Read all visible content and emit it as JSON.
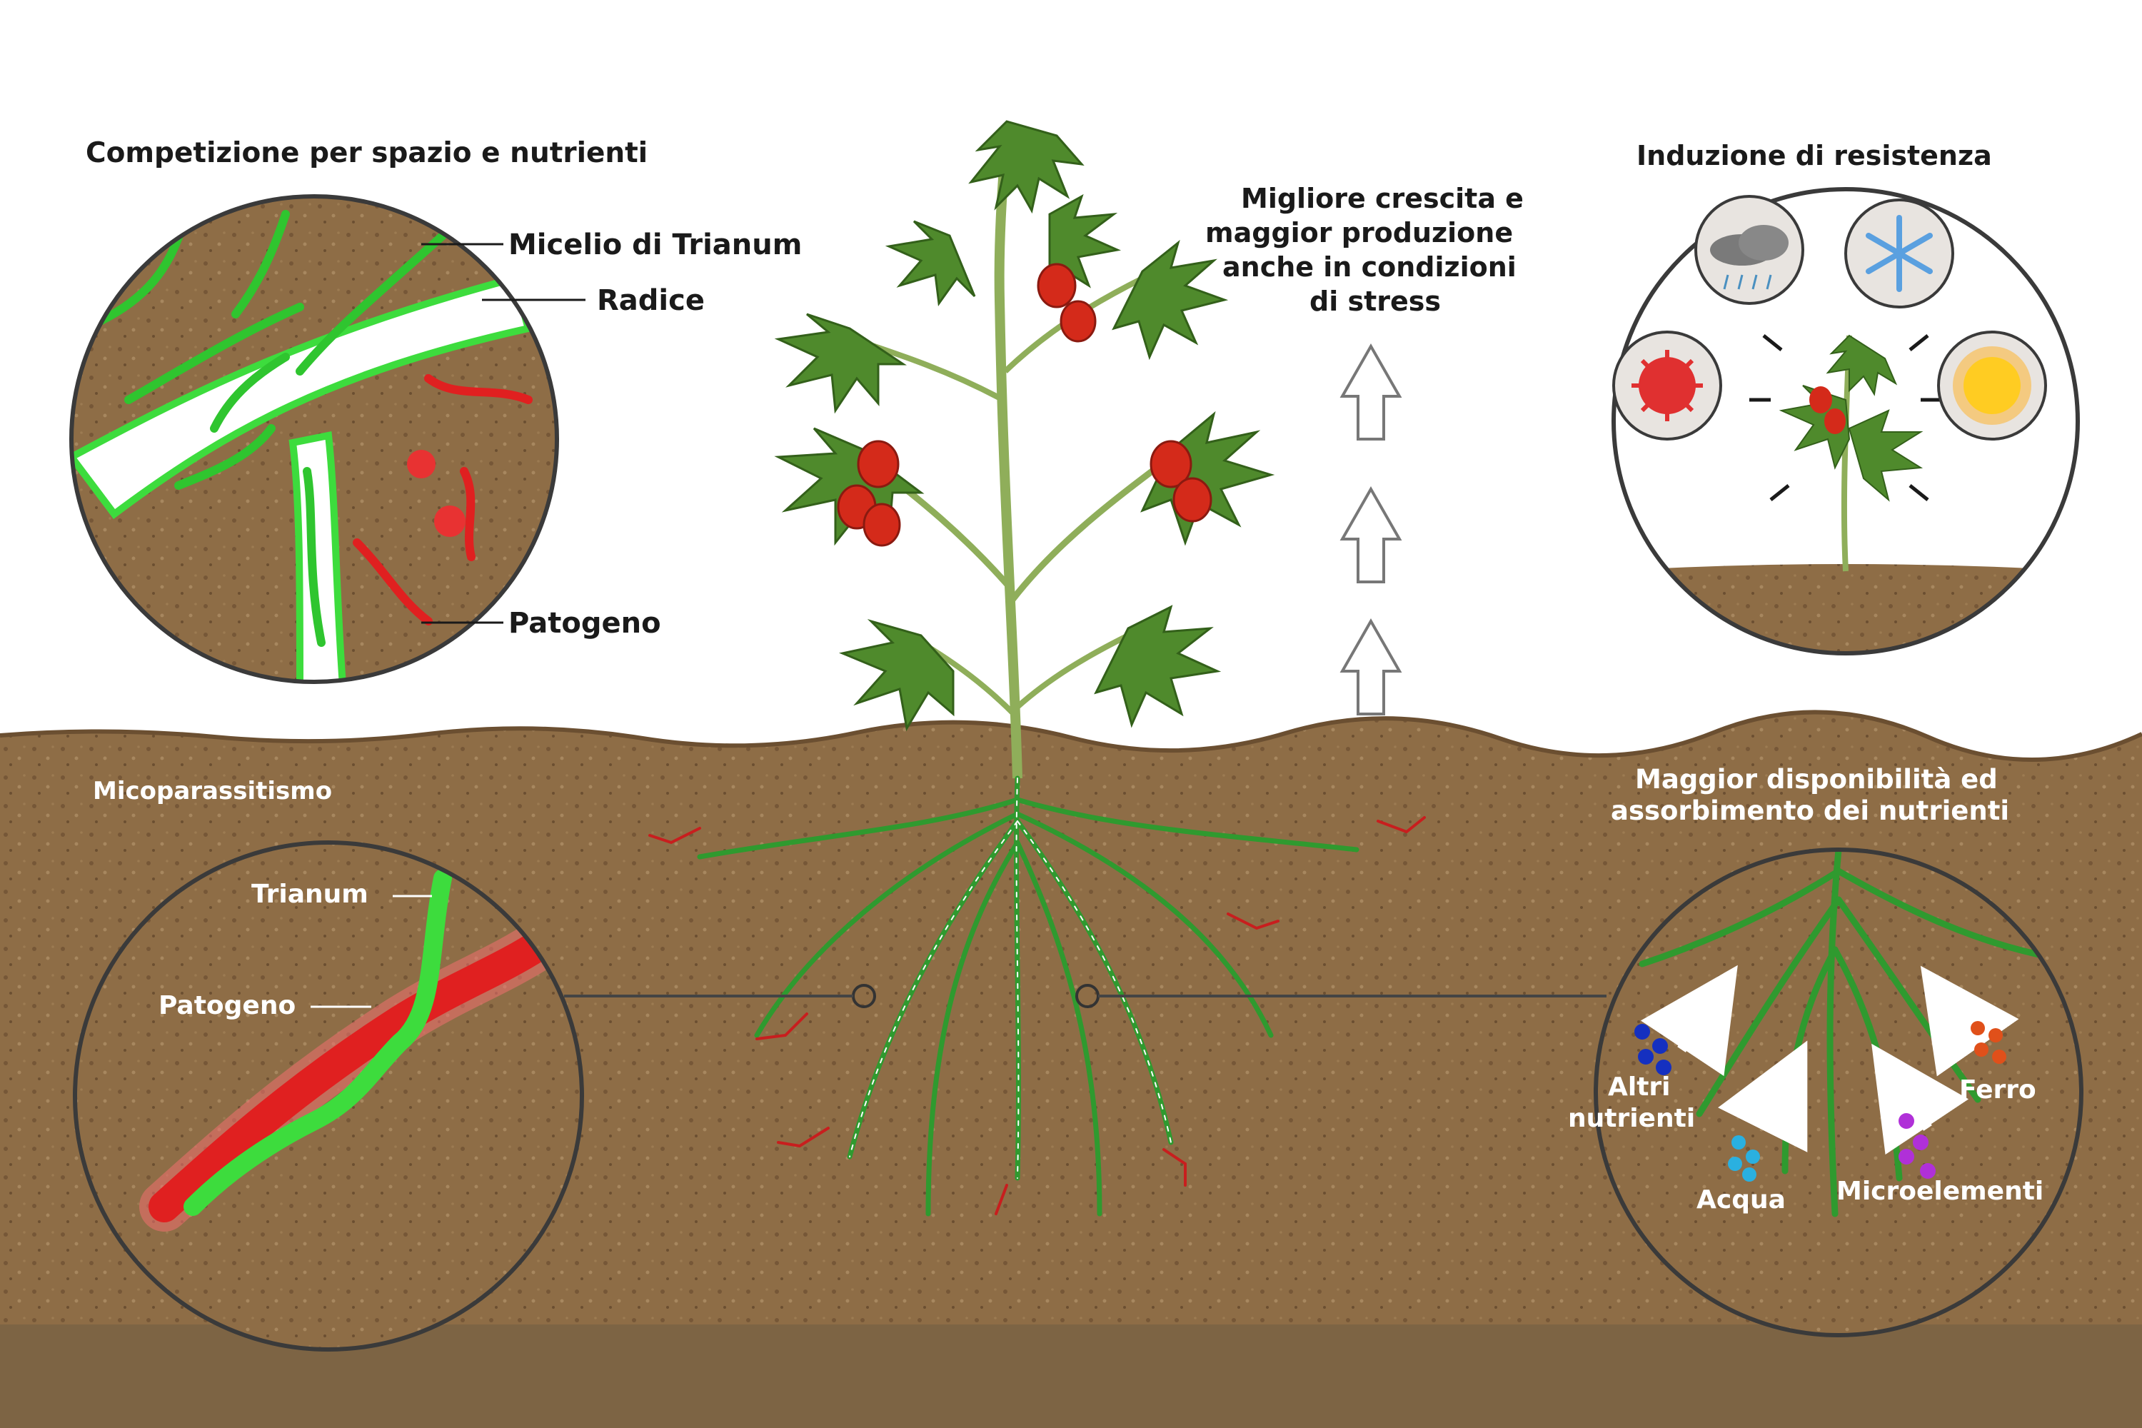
{
  "panels": {
    "competition": {
      "title": "Competizione per spazio e nutrienti",
      "labels": {
        "mycelium": "Micelio di Trianum",
        "root": "Radice",
        "pathogen": "Patogeno"
      }
    },
    "growth": {
      "lines": [
        "Migliore crescita e",
        "maggior produzione",
        "anche in condizioni",
        "di stress"
      ]
    },
    "resistance": {
      "title": "Induzione di resistenza"
    },
    "mycoparasitism": {
      "title": "Micoparassitismo",
      "labels": {
        "trianum": "Trianum",
        "pathogen": "Patogeno"
      }
    },
    "nutrients": {
      "title_lines": [
        "Maggior disponibilità ed",
        "assorbimento dei nutrienti"
      ],
      "labels": {
        "others_1": "Altri",
        "others_2": "nutrienti",
        "water": "Acqua",
        "micro": "Microelementi",
        "iron": "Ferro"
      }
    }
  },
  "colors": {
    "soil": "#8b6a44",
    "soil_dark": "#5e4429",
    "bottom_band": "#7d6444",
    "mycelium_green": "#3ddc3d",
    "pathogen_red": "#e02020",
    "leaf_green": "#4f8a2c",
    "tomato_red": "#d42a1a",
    "dot_blue": "#1530c0",
    "dot_cyan": "#2ab0e0",
    "dot_purple": "#b030d8",
    "dot_orange": "#e0501a"
  },
  "icons": [
    "cloud-rain-icon",
    "snowflake-icon",
    "virus-icon",
    "sun-icon",
    "up-arrow-icon"
  ]
}
